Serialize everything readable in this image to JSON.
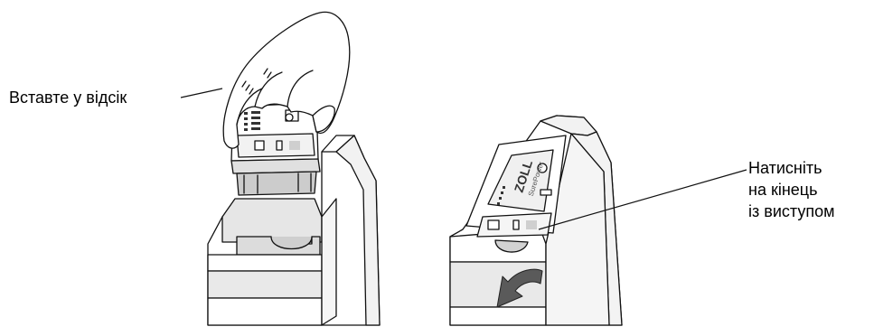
{
  "callouts": {
    "left": "Вставте у відсік",
    "right_lines": [
      "Натисніть",
      "на кінець",
      "із виступом"
    ]
  },
  "device_label": {
    "brand": "ZOLL",
    "product": "SurePower"
  },
  "icons": {
    "hand": "gloved-hand-icon",
    "arrow": "curved-arrow-down-icon"
  },
  "colors": {
    "line": "#111111",
    "housing_fill": "#ffffff",
    "shadow_fill": "#e6e6e6",
    "label_fill": "#f2f2f2",
    "arrow_fill": "#5a5a5a"
  }
}
